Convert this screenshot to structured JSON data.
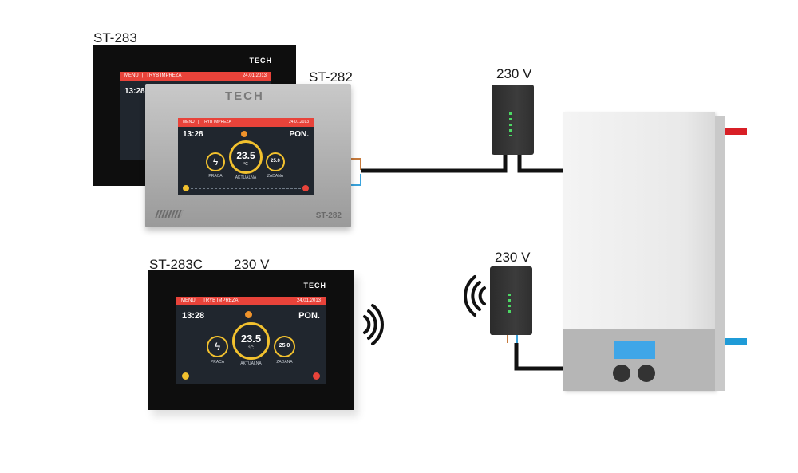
{
  "labels": {
    "st283": "ST-283",
    "st282": "ST-282",
    "st283c": "ST-283C",
    "voltage_st283c": "230 V",
    "voltage_top": "230 V",
    "voltage_bottom": "230 V"
  },
  "screen": {
    "menu": "MENU",
    "mode": "TRYB IMPREZA",
    "date": "24.01.2013",
    "time": "13:28",
    "day": "PON.",
    "temp_main": "23.5",
    "unit": "°C",
    "temp_set": "25.0",
    "cap_left": "PRACA",
    "cap_mid": "AKTUALNA",
    "cap_right": "ZADANA"
  },
  "brand": "TECH",
  "st282_badge": "ST-282",
  "colors": {
    "accent_red": "#e8433a",
    "ring_yellow": "#f2c12e",
    "pipe_red": "#d81f26",
    "pipe_blue": "#1f9bd7",
    "boiler_display": "#3fa6e8"
  },
  "icons": [
    "wireless-signal-icon",
    "lightning-icon",
    "sun-icon",
    "minus-icon",
    "plus-icon"
  ]
}
